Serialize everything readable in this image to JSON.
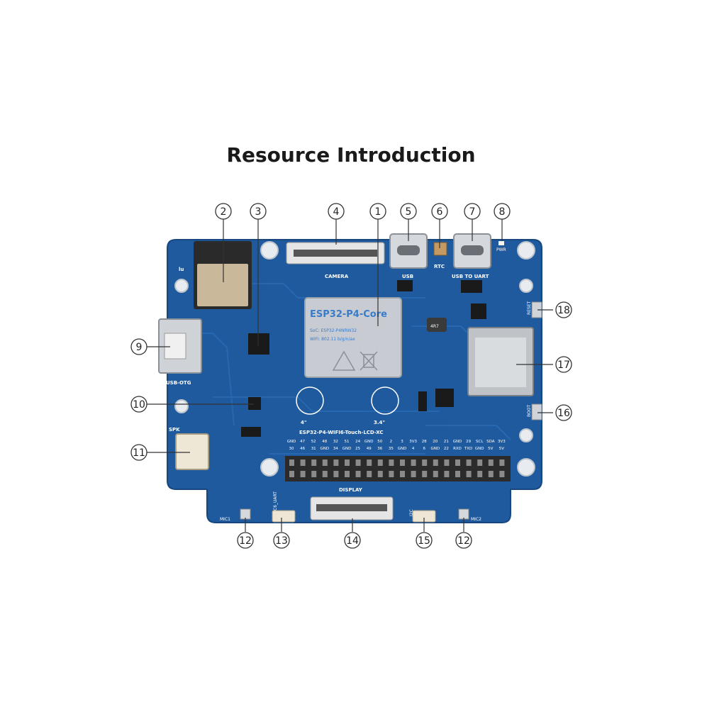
{
  "title": "Resource Introduction",
  "board": {
    "module_title": "ESP32-P4-Core",
    "module_soc": "SoC: ESP32-P4NRW32",
    "module_wifi": "WiFi: 802.11 b/g/n/ax",
    "board_name": "ESP32-P4-WIFI6-Touch-LCD-XC",
    "size_4": "4\"",
    "size_34": "3.4\"",
    "inductor": "4R7",
    "silk": {
      "camera": "CAMERA",
      "usb": "USB",
      "rtc": "RTC",
      "usb_to_uart": "USB TO UART",
      "pwr": "PWR",
      "usb_otg": "USB-OTG",
      "spk": "SPK",
      "reset": "RESET",
      "boot": "BOOT",
      "display": "DISPLAY",
      "mic1": "MIC1",
      "mic2": "MIC2",
      "c6_uart": "C6_UART",
      "i2c": "I2C",
      "lu": "lu"
    },
    "pin_row_top": [
      "GND",
      "47",
      "52",
      "48",
      "32",
      "51",
      "24",
      "GND",
      "50",
      "2",
      "3",
      "3V3",
      "28",
      "20",
      "21",
      "GND",
      "29",
      "SCL",
      "SDA",
      "3V3"
    ],
    "pin_row_bottom": [
      "30",
      "46",
      "31",
      "GND",
      "34",
      "GND",
      "25",
      "49",
      "36",
      "35",
      "GND",
      "4",
      "6",
      "GND",
      "22",
      "RXD",
      "TXD",
      "GND",
      "5V",
      "5V"
    ]
  },
  "callouts": [
    "1",
    "2",
    "3",
    "4",
    "5",
    "6",
    "7",
    "8",
    "9",
    "10",
    "11",
    "12",
    "13",
    "14",
    "15",
    "12",
    "16",
    "17",
    "18"
  ],
  "colors": {
    "pcb": "#1f5a9e",
    "pcb_dark": "#184a85",
    "trace": "#2a6bb5",
    "module": "#c8ccd2",
    "header": "#2b2b2b"
  }
}
